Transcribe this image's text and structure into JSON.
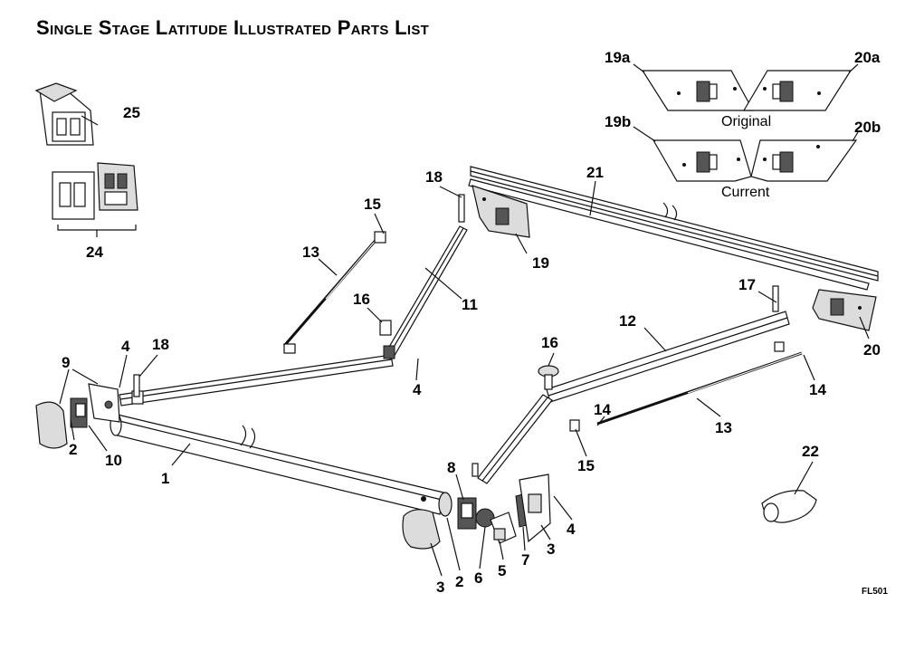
{
  "title": "Single Stage Latitude Illustrated Parts List",
  "drawing_code": "FL501",
  "captions": {
    "original": "Original",
    "current": "Current"
  },
  "callouts": {
    "p1": "1",
    "p2a": "2",
    "p2b": "2",
    "p3a": "3",
    "p3b": "3",
    "p4a": "4",
    "p4b": "4",
    "p4c": "4",
    "p5": "5",
    "p6": "6",
    "p7": "7",
    "p8": "8",
    "p9": "9",
    "p10": "10",
    "p11": "11",
    "p12": "12",
    "p13a": "13",
    "p13b": "13",
    "p14a": "14",
    "p14b": "14",
    "p15a": "15",
    "p15b": "15",
    "p16a": "16",
    "p16b": "16",
    "p17": "17",
    "p18a": "18",
    "p18b": "18",
    "p19": "19",
    "p19a": "19a",
    "p19b": "19b",
    "p20": "20",
    "p20a": "20a",
    "p20b": "20b",
    "p21": "21",
    "p22": "22",
    "p24": "24",
    "p25": "25"
  }
}
